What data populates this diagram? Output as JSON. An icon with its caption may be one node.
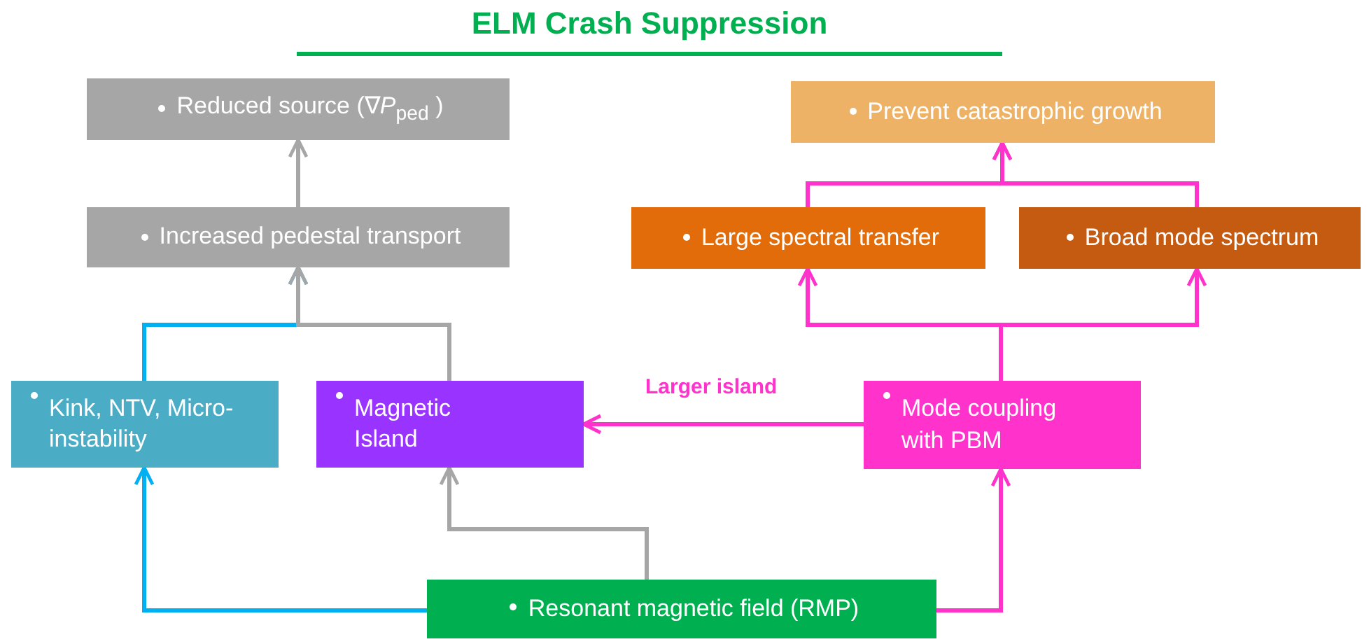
{
  "diagram": {
    "title": "ELM Crash Suppression",
    "nodes": [
      {
        "text": [
          "Reduced source (∇*P*$_{ped}$ )"
        ]
      },
      {
        "text": [
          "Increased pedestal transport"
        ]
      },
      {
        "text": [
          "Prevent catastrophic growth"
        ]
      },
      {
        "text": [
          "Large spectral transfer"
        ]
      },
      {
        "text": [
          "Broad mode spectrum"
        ]
      },
      {
        "text": [
          "Kink, NTV, Micro-instability"
        ]
      },
      {
        "text": [
          "Magnetic Island"
        ]
      },
      {
        "text": [
          "Mode coupling with PBM"
        ]
      },
      {
        "text": [
          "Resonant magnetic field (RMP)"
        ]
      }
    ],
    "edges": [
      {
        "from": 1,
        "to": 0,
        "arrow": "to",
        "color": "#a6a6a6"
      },
      {
        "from": 5,
        "to": 1,
        "arrow": "to",
        "color": "#00b0f0"
      },
      {
        "from": 6,
        "to": 1,
        "arrow": "to",
        "color": "#a6a6a6"
      },
      {
        "from": 8,
        "to": 5,
        "arrow": "to",
        "color": "#00b0f0"
      },
      {
        "from": 8,
        "to": 6,
        "arrow": "to",
        "color": "#a6a6a6"
      },
      {
        "from": 8,
        "to": 7,
        "arrow": "to"
      },
      {
        "from": 7,
        "to": 6,
        "arrow": "to",
        "label": "Larger island"
      },
      {
        "from": 7,
        "to": 3,
        "arrow": "to"
      },
      {
        "from": 7,
        "to": 4,
        "arrow": "to"
      },
      {
        "from": 3,
        "to": 2,
        "arrow": "to"
      },
      {
        "from": 4,
        "to": 2,
        "arrow": "to"
      }
    ]
  }
}
